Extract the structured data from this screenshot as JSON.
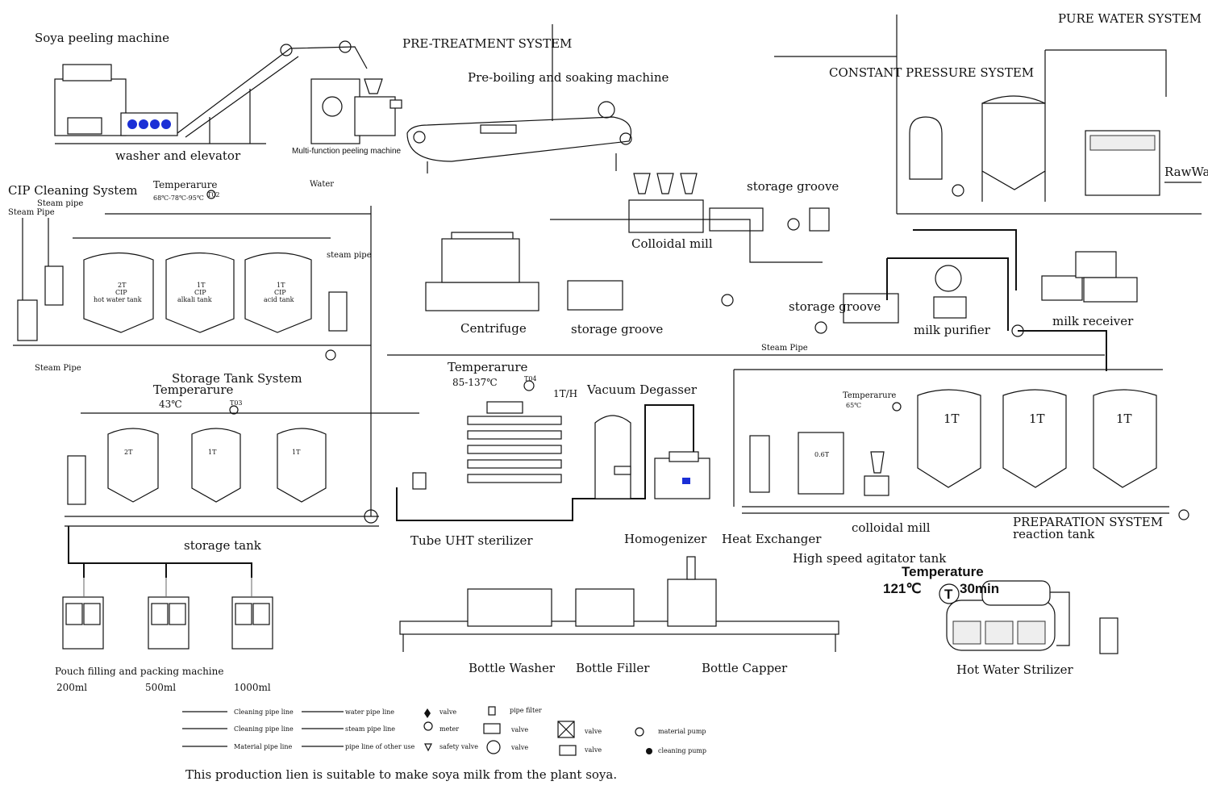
{
  "labels": {
    "soya_peeling": "Soya peeling machine",
    "washer_elevator": "washer and elevator",
    "multi_peeling": "Multi-function peeling machine",
    "pre_treatment": "PRE-TREATMENT SYSTEM",
    "pre_boiling": "Pre-boiling and soaking machine",
    "constant_pressure": "CONSTANT PRESSURE SYSTEM",
    "pure_water": "PURE WATER SYSTEM",
    "raw_water": "RawWa",
    "storage_groove_top": "storage groove",
    "colloidal_mill_top": "Colloidal mill",
    "centrifuge": "Centrifuge",
    "storage_groove_mid": "storage groove",
    "storage_groove_right": "storage groove",
    "milk_purifier": "milk purifier",
    "milk_receiver": "milk receiver",
    "cip_system": "CIP Cleaning System",
    "cip_temp": "Temperarure",
    "cip_temp_range": "68℃-78℃-95℃",
    "water": "Water",
    "steam_pipe_a": "Steam pipe",
    "steam_pipe_b": "Steam Pipe",
    "steam_pipe_c": "steam pipe",
    "steam_pipe_d": "Steam Pipe",
    "steam_pipe_e": "Steam Pipe",
    "hot_water_tank": "hot water tank",
    "alkali_tank": "alkali tank",
    "acid_tank": "acid tank",
    "cip_2t": "2T",
    "cip_1t_a": "1T",
    "cip_1t_b": "1T",
    "cip_code": "CIP",
    "storage_tank_system": "Storage Tank System",
    "storage_temp": "Temperarure",
    "storage_temp_val": "43℃",
    "st_2t": "2T",
    "st_1t_a": "1T",
    "st_1t_b": "1T",
    "storage_tank": "storage tank",
    "uht_temp": "Temperarure",
    "uht_temp_range": "85-137℃",
    "uht_rate": "1T/H",
    "vacuum_degasser": "Vacuum Degasser",
    "tube_uht": "Tube UHT sterilizer",
    "homogenizer": "Homogenizer",
    "heat_exchanger": "Heat Exchanger",
    "colloidal_mill_low": "colloidal mill",
    "high_speed_agitator": "High speed agitator tank",
    "prep_temp": "Temperarure",
    "prep_temp_val": "65℃",
    "prep_tank_06": "0.6T",
    "prep_1t_a": "1T",
    "prep_1t_b": "1T",
    "prep_1t_c": "1T",
    "prep_system": "PREPARATION SYSTEM",
    "reaction_tank": "reaction tank",
    "hws_temperature": "Temperature",
    "hws_temp_val": "121℃",
    "hws_time": "30min",
    "hws_t": "T",
    "hot_water_sterilizer": "Hot Water Strilizer",
    "pouch_filling": "Pouch filling and packing machine",
    "size_200": "200ml",
    "size_500": "500ml",
    "size_1000": "1000ml",
    "bottle_washer": "Bottle Washer",
    "bottle_filler": "Bottle Filler",
    "bottle_capper": "Bottle Capper",
    "sensor_a": "T02",
    "sensor_b": "T03",
    "sensor_c": "T04",
    "footer": "This production lien is suitable to make soya milk from the plant soya."
  },
  "legend": {
    "cleaning_pipe_1": "Cleaning pipe line",
    "cleaning_pipe_2": "Cleaning pipe line",
    "material_pipe": "Material pipe line",
    "water_pipe": "water pipe line",
    "steam_pipe": "steam pipe line",
    "other_pipe": "pipe line of other use",
    "valve_1": "valve",
    "meter": "meter",
    "safety_valve": "safety valve",
    "pipe_filter": "pipe filter",
    "valve_2": "valve",
    "valve_3": "valve",
    "valve_4": "valve",
    "valve_5": "valve",
    "material_pump": "material pump",
    "cleaning_pump": "cleaning pump"
  },
  "colors": {
    "line": "#111111",
    "pump_accent": "#1b2fd6",
    "background": "#ffffff"
  }
}
